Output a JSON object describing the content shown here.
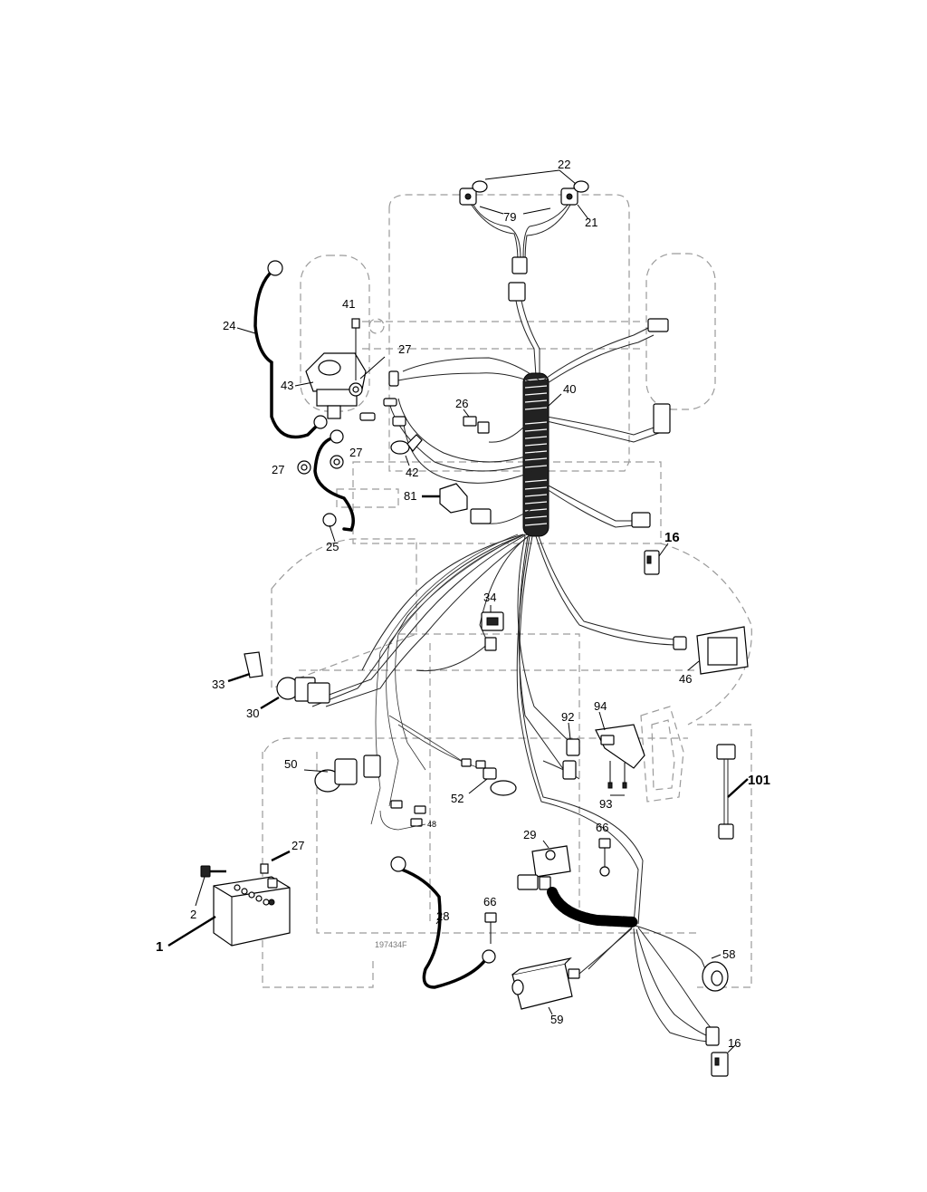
{
  "drawing_code": "197434F",
  "labels": {
    "l22": "22",
    "l79": "79",
    "l21": "21",
    "l41": "41",
    "l24": "24",
    "l27a": "27",
    "l43": "43",
    "l27b": "27",
    "l27c": "27",
    "l42": "42",
    "l26": "26",
    "l40": "40",
    "l81": "81",
    "l25": "25",
    "l16a": "16",
    "l34": "34",
    "l33": "33",
    "l30": "30",
    "l46": "46",
    "l92": "92",
    "l94": "94",
    "l93": "93",
    "l101": "101",
    "l50": "50",
    "l52": "52",
    "l48": "48",
    "l27d": "27",
    "l2": "2",
    "l1": "1",
    "l29": "29",
    "l66a": "66",
    "l66b": "66",
    "l28": "28",
    "l58": "58",
    "l59": "59",
    "l16b": "16"
  }
}
